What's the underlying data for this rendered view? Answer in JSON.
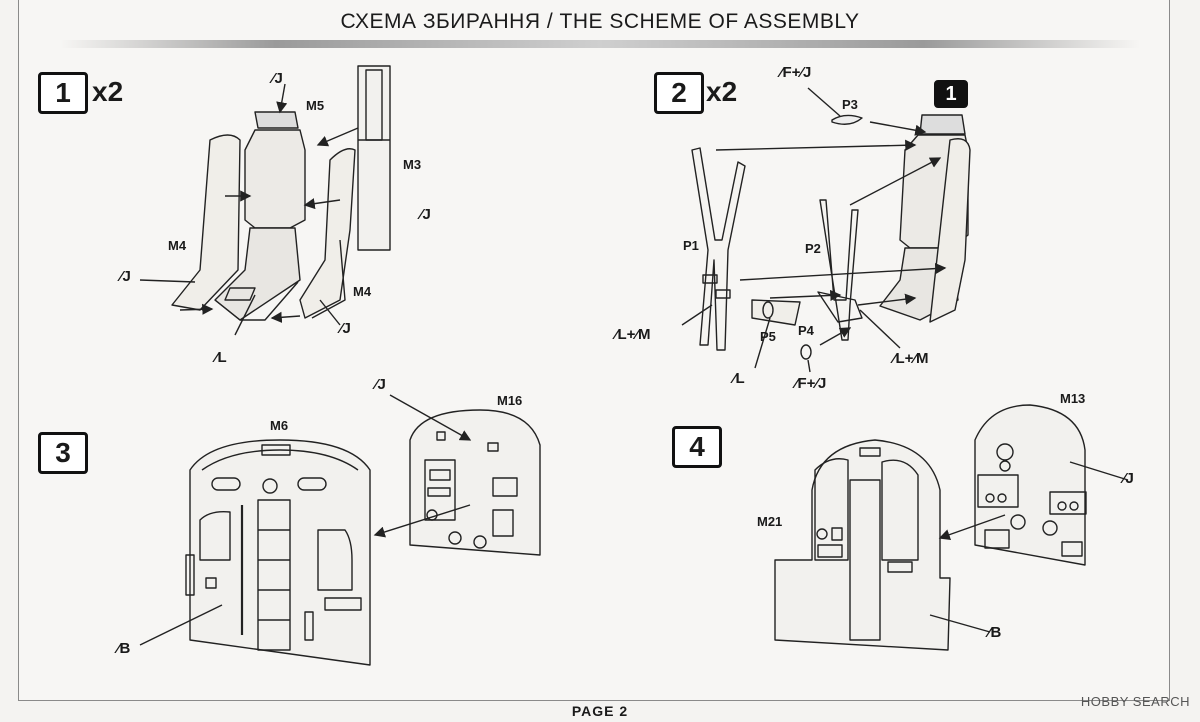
{
  "title": "СХЕМА ЗБИРАННЯ / THE SCHEME OF ASSEMBLY",
  "steps": [
    {
      "number": "1",
      "multiplier": "x2"
    },
    {
      "number": "2",
      "multiplier": "x2",
      "ref": "1"
    },
    {
      "number": "3"
    },
    {
      "number": "4"
    }
  ],
  "parts": {
    "m3": "M3",
    "m4a": "M4",
    "m4b": "M4",
    "m5": "M5",
    "p1": "P1",
    "p2": "P2",
    "p3": "P3",
    "p4": "P4",
    "p5": "P5",
    "m6": "M6",
    "m16": "M16",
    "m13": "M13",
    "m21": "M21"
  },
  "colors": {
    "s1_j1": "J",
    "s1_j2": "J",
    "s1_j3": "J",
    "s1_j4": "J",
    "s1_l": "L",
    "s2_fj1": "F+",
    "s2_fj1b": "J",
    "s2_lm1": "L+",
    "s2_lm1b": "M",
    "s2_lm2": "L+",
    "s2_lm2b": "M",
    "s2_l": "L",
    "s2_fj2": "F+",
    "s2_fj2b": "J",
    "s3_j": "J",
    "s3_b": "B",
    "s4_j": "J",
    "s4_b": "B"
  },
  "footer": {
    "page": "PAGE 2",
    "watermark": "HOBBY SEARCH"
  }
}
